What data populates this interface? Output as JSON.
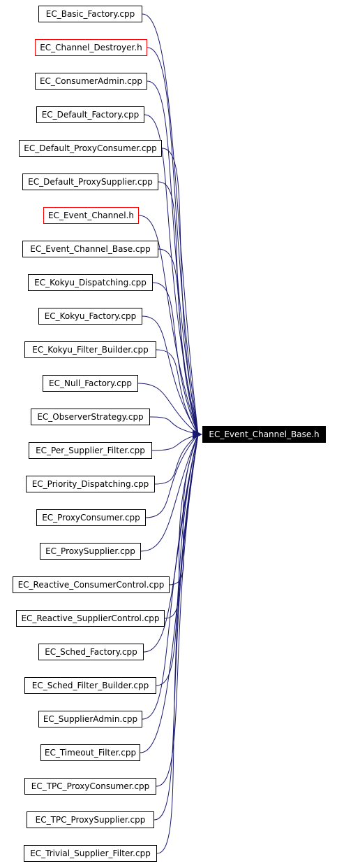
{
  "colors": {
    "edge": "#191970",
    "node_border": "#000000",
    "highlight_border": "#ff0000",
    "target_fill": "#000000",
    "target_text": "#ffffff"
  },
  "target": {
    "label": "EC_Event_Channel_Base.h"
  },
  "sources": [
    {
      "label": "EC_Basic_Factory.cpp",
      "highlight": false
    },
    {
      "label": "EC_Channel_Destroyer.h",
      "highlight": true
    },
    {
      "label": "EC_ConsumerAdmin.cpp",
      "highlight": false
    },
    {
      "label": "EC_Default_Factory.cpp",
      "highlight": false
    },
    {
      "label": "EC_Default_ProxyConsumer.cpp",
      "highlight": false
    },
    {
      "label": "EC_Default_ProxySupplier.cpp",
      "highlight": false
    },
    {
      "label": "EC_Event_Channel.h",
      "highlight": true
    },
    {
      "label": "EC_Event_Channel_Base.cpp",
      "highlight": false
    },
    {
      "label": "EC_Kokyu_Dispatching.cpp",
      "highlight": false
    },
    {
      "label": "EC_Kokyu_Factory.cpp",
      "highlight": false
    },
    {
      "label": "EC_Kokyu_Filter_Builder.cpp",
      "highlight": false
    },
    {
      "label": "EC_Null_Factory.cpp",
      "highlight": false
    },
    {
      "label": "EC_ObserverStrategy.cpp",
      "highlight": false
    },
    {
      "label": "EC_Per_Supplier_Filter.cpp",
      "highlight": false
    },
    {
      "label": "EC_Priority_Dispatching.cpp",
      "highlight": false
    },
    {
      "label": "EC_ProxyConsumer.cpp",
      "highlight": false
    },
    {
      "label": "EC_ProxySupplier.cpp",
      "highlight": false
    },
    {
      "label": "EC_Reactive_ConsumerControl.cpp",
      "highlight": false
    },
    {
      "label": "EC_Reactive_SupplierControl.cpp",
      "highlight": false
    },
    {
      "label": "EC_Sched_Factory.cpp",
      "highlight": false
    },
    {
      "label": "EC_Sched_Filter_Builder.cpp",
      "highlight": false
    },
    {
      "label": "EC_SupplierAdmin.cpp",
      "highlight": false
    },
    {
      "label": "EC_Timeout_Filter.cpp",
      "highlight": false
    },
    {
      "label": "EC_TPC_ProxyConsumer.cpp",
      "highlight": false
    },
    {
      "label": "EC_TPC_ProxySupplier.cpp",
      "highlight": false
    },
    {
      "label": "EC_Trivial_Supplier_Filter.cpp",
      "highlight": false
    }
  ]
}
